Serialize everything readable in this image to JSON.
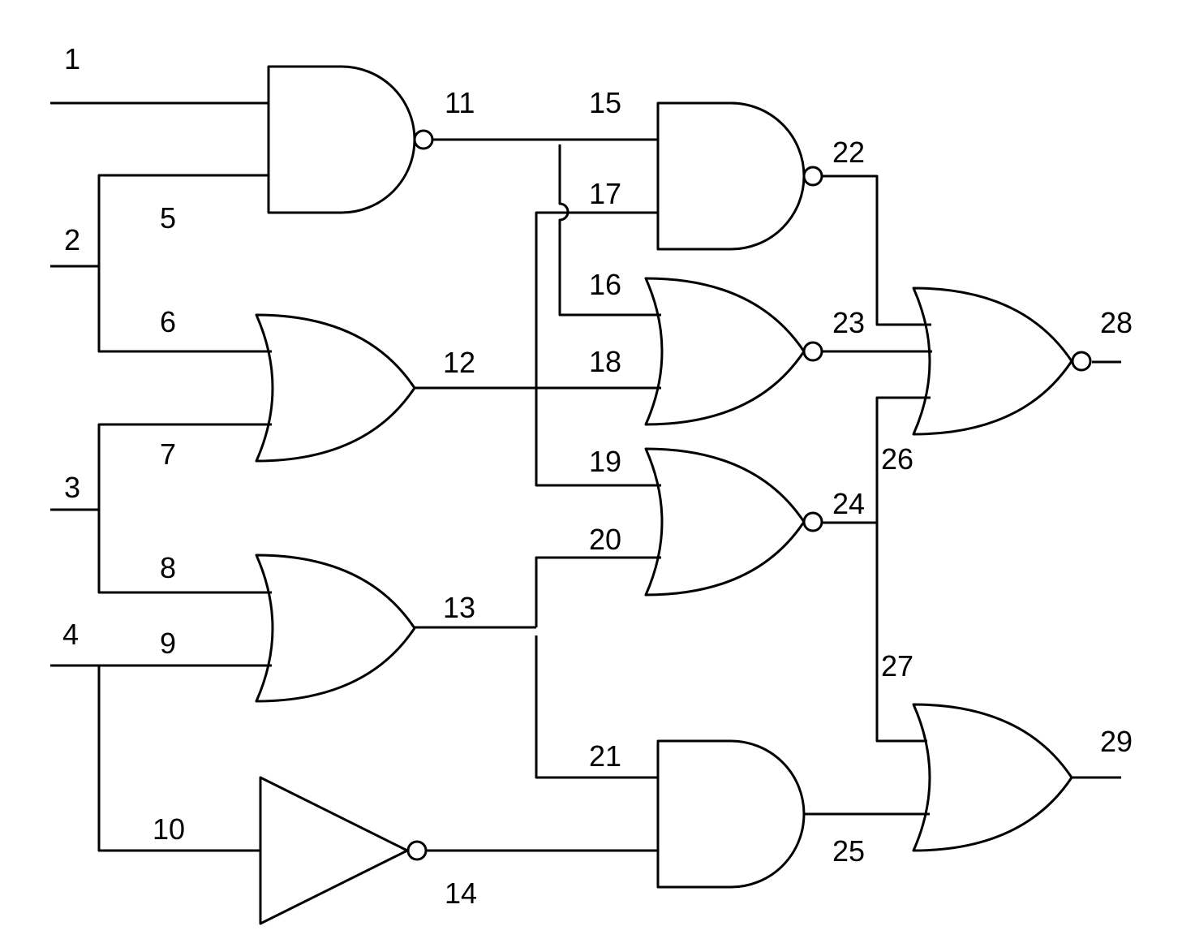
{
  "diagram": {
    "type": "logic-circuit",
    "line_color": "#000000",
    "background": "#ffffff",
    "primary_inputs": [
      "1",
      "2",
      "3",
      "4"
    ],
    "primary_outputs": [
      "28",
      "29"
    ],
    "labels": {
      "n1": "1",
      "n2": "2",
      "n3": "3",
      "n4": "4",
      "n5": "5",
      "n6": "6",
      "n7": "7",
      "n8": "8",
      "n9": "9",
      "n10": "10",
      "n11": "11",
      "n12": "12",
      "n13": "13",
      "n14": "14",
      "n15": "15",
      "n16": "16",
      "n17": "17",
      "n18": "18",
      "n19": "19",
      "n20": "20",
      "n21": "21",
      "n22": "22",
      "n23": "23",
      "n24": "24",
      "n25": "25",
      "n26": "26",
      "n27": "27",
      "n28": "28",
      "n29": "29"
    },
    "gates": [
      {
        "id": "g11",
        "type": "NAND",
        "inputs": [
          "1",
          "5"
        ],
        "output": "11"
      },
      {
        "id": "g12",
        "type": "OR",
        "inputs": [
          "6",
          "7"
        ],
        "output": "12"
      },
      {
        "id": "g13",
        "type": "OR",
        "inputs": [
          "8",
          "9"
        ],
        "output": "13"
      },
      {
        "id": "g14",
        "type": "NOT",
        "inputs": [
          "10"
        ],
        "output": "14"
      },
      {
        "id": "g22",
        "type": "NAND",
        "inputs": [
          "15",
          "17"
        ],
        "output": "22"
      },
      {
        "id": "g23",
        "type": "NOR",
        "inputs": [
          "16",
          "18"
        ],
        "output": "23"
      },
      {
        "id": "g24",
        "type": "NOR",
        "inputs": [
          "19",
          "20"
        ],
        "output": "24"
      },
      {
        "id": "g25",
        "type": "AND",
        "inputs": [
          "21",
          "14"
        ],
        "output": "25"
      },
      {
        "id": "g28",
        "type": "NOR",
        "inputs": [
          "22",
          "23",
          "26"
        ],
        "output": "28"
      },
      {
        "id": "g29",
        "type": "OR",
        "inputs": [
          "27",
          "25"
        ],
        "output": "29"
      }
    ]
  }
}
